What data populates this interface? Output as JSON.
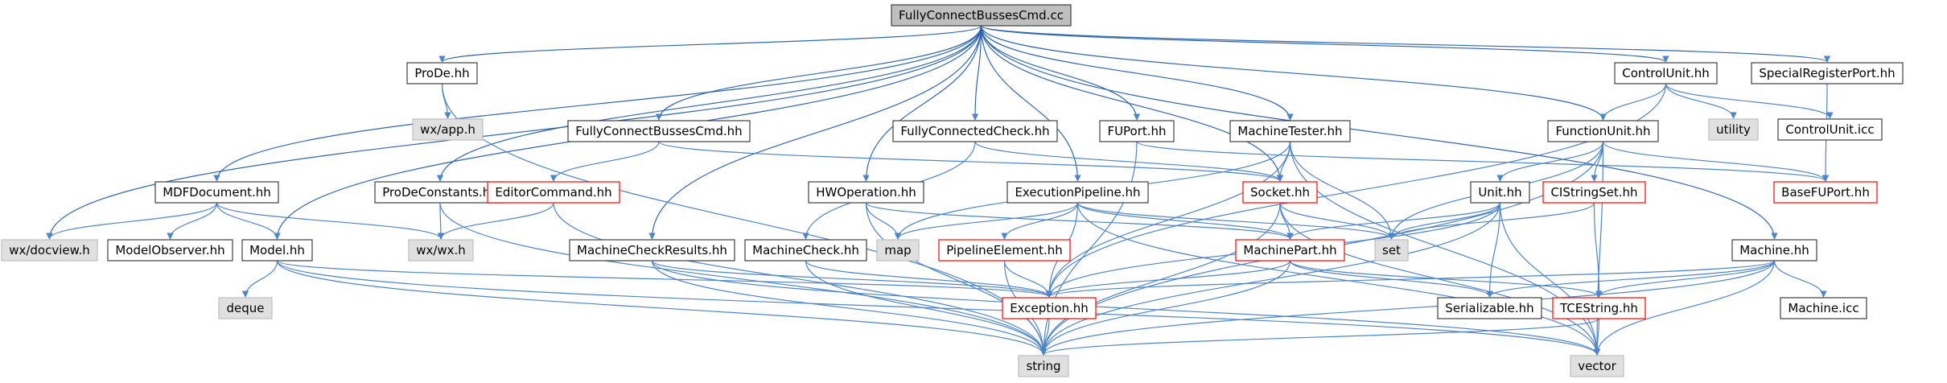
{
  "colors": {
    "edge": "#4d85c9",
    "edge_dark": "#2f66ad",
    "node_fill": "#ffffff",
    "node_border": "#404040",
    "root_fill": "#bfbfbf",
    "sys_fill": "#e0e0e0",
    "sys_border": "#bfbfbf",
    "red_border": "#ff0000"
  },
  "nodes": [
    {
      "id": "root",
      "label": "FullyConnectBussesCmd.cc",
      "kind": "root"
    },
    {
      "id": "prode_hh",
      "label": "ProDe.hh",
      "kind": "normal"
    },
    {
      "id": "wx_app",
      "label": "wx/app.h",
      "kind": "system"
    },
    {
      "id": "prodeconst",
      "label": "ProDeConstants.hh",
      "kind": "normal"
    },
    {
      "id": "wx_wx",
      "label": "wx/wx.h",
      "kind": "system"
    },
    {
      "id": "mdfdoc",
      "label": "MDFDocument.hh",
      "kind": "normal"
    },
    {
      "id": "wx_docview",
      "label": "wx/docview.h",
      "kind": "system"
    },
    {
      "id": "modelobs",
      "label": "ModelObserver.hh",
      "kind": "normal"
    },
    {
      "id": "model_hh",
      "label": "Model.hh",
      "kind": "normal"
    },
    {
      "id": "deque",
      "label": "deque",
      "kind": "system"
    },
    {
      "id": "fcbcmd_hh",
      "label": "FullyConnectBussesCmd.hh",
      "kind": "normal"
    },
    {
      "id": "editorcmd",
      "label": "EditorCommand.hh",
      "kind": "red"
    },
    {
      "id": "mcresults",
      "label": "MachineCheckResults.hh",
      "kind": "normal"
    },
    {
      "id": "fccheck",
      "label": "FullyConnectedCheck.hh",
      "kind": "normal"
    },
    {
      "id": "machinecheck",
      "label": "MachineCheck.hh",
      "kind": "normal"
    },
    {
      "id": "hwop",
      "label": "HWOperation.hh",
      "kind": "normal"
    },
    {
      "id": "map",
      "label": "map",
      "kind": "system"
    },
    {
      "id": "execpipe",
      "label": "ExecutionPipeline.hh",
      "kind": "normal"
    },
    {
      "id": "pipeelem",
      "label": "PipelineElement.hh",
      "kind": "red"
    },
    {
      "id": "exception",
      "label": "Exception.hh",
      "kind": "red"
    },
    {
      "id": "string",
      "label": "string",
      "kind": "system"
    },
    {
      "id": "fuport",
      "label": "FUPort.hh",
      "kind": "normal"
    },
    {
      "id": "mtester",
      "label": "MachineTester.hh",
      "kind": "normal"
    },
    {
      "id": "socket",
      "label": "Socket.hh",
      "kind": "red"
    },
    {
      "id": "machinepart",
      "label": "MachinePart.hh",
      "kind": "red"
    },
    {
      "id": "set",
      "label": "set",
      "kind": "system"
    },
    {
      "id": "serializable",
      "label": "Serializable.hh",
      "kind": "normal"
    },
    {
      "id": "vector",
      "label": "vector",
      "kind": "system"
    },
    {
      "id": "controlunit",
      "label": "ControlUnit.hh",
      "kind": "normal"
    },
    {
      "id": "utility",
      "label": "utility",
      "kind": "system"
    },
    {
      "id": "controlunit_icc",
      "label": "ControlUnit.icc",
      "kind": "normal"
    },
    {
      "id": "specialreg",
      "label": "SpecialRegisterPort.hh",
      "kind": "normal"
    },
    {
      "id": "functionunit",
      "label": "FunctionUnit.hh",
      "kind": "normal"
    },
    {
      "id": "unit_hh",
      "label": "Unit.hh",
      "kind": "normal"
    },
    {
      "id": "cistringset",
      "label": "CIStringSet.hh",
      "kind": "red"
    },
    {
      "id": "basefuport",
      "label": "BaseFUPort.hh",
      "kind": "red"
    },
    {
      "id": "tcestring",
      "label": "TCEString.hh",
      "kind": "red"
    },
    {
      "id": "machine_hh",
      "label": "Machine.hh",
      "kind": "normal"
    },
    {
      "id": "machine_icc",
      "label": "Machine.icc",
      "kind": "normal"
    }
  ],
  "edges": [
    [
      "root",
      "prode_hh"
    ],
    [
      "root",
      "prodeconst"
    ],
    [
      "root",
      "mdfdoc"
    ],
    [
      "root",
      "wx_docview"
    ],
    [
      "root",
      "model_hh"
    ],
    [
      "root",
      "fcbcmd_hh"
    ],
    [
      "root",
      "mcresults"
    ],
    [
      "root",
      "fccheck"
    ],
    [
      "root",
      "hwop"
    ],
    [
      "root",
      "execpipe"
    ],
    [
      "root",
      "fuport"
    ],
    [
      "root",
      "mtester"
    ],
    [
      "root",
      "socket"
    ],
    [
      "root",
      "controlunit"
    ],
    [
      "root",
      "specialreg"
    ],
    [
      "root",
      "functionunit"
    ],
    [
      "root",
      "machine_hh"
    ],
    [
      "prode_hh",
      "wx_app"
    ],
    [
      "prode_hh",
      "string"
    ],
    [
      "prodeconst",
      "wx_wx"
    ],
    [
      "prodeconst",
      "string"
    ],
    [
      "mdfdoc",
      "wx_docview"
    ],
    [
      "mdfdoc",
      "modelobs"
    ],
    [
      "mdfdoc",
      "model_hh"
    ],
    [
      "mdfdoc",
      "wx_wx"
    ],
    [
      "model_hh",
      "deque"
    ],
    [
      "model_hh",
      "string"
    ],
    [
      "model_hh",
      "exception"
    ],
    [
      "model_hh",
      "vector"
    ],
    [
      "fcbcmd_hh",
      "editorcmd"
    ],
    [
      "fcbcmd_hh",
      "socket"
    ],
    [
      "editorcmd",
      "wx_wx"
    ],
    [
      "editorcmd",
      "string"
    ],
    [
      "mcresults",
      "exception"
    ],
    [
      "mcresults",
      "string"
    ],
    [
      "mcresults",
      "vector"
    ],
    [
      "fccheck",
      "machinecheck"
    ],
    [
      "fccheck",
      "socket"
    ],
    [
      "machinecheck",
      "exception"
    ],
    [
      "machinecheck",
      "string"
    ],
    [
      "hwop",
      "map"
    ],
    [
      "hwop",
      "machinepart"
    ],
    [
      "hwop",
      "string"
    ],
    [
      "execpipe",
      "map"
    ],
    [
      "execpipe",
      "pipeelem"
    ],
    [
      "execpipe",
      "exception"
    ],
    [
      "execpipe",
      "machinepart"
    ],
    [
      "execpipe",
      "set"
    ],
    [
      "execpipe",
      "vector"
    ],
    [
      "pipeelem",
      "exception"
    ],
    [
      "pipeelem",
      "string"
    ],
    [
      "exception",
      "string"
    ],
    [
      "fuport",
      "basefuport"
    ],
    [
      "fuport",
      "string"
    ],
    [
      "mtester",
      "socket"
    ],
    [
      "mtester",
      "map"
    ],
    [
      "mtester",
      "exception"
    ],
    [
      "mtester",
      "set"
    ],
    [
      "mtester",
      "vector"
    ],
    [
      "socket",
      "machinepart"
    ],
    [
      "socket",
      "set"
    ],
    [
      "socket",
      "vector"
    ],
    [
      "socket",
      "string"
    ],
    [
      "machinepart",
      "exception"
    ],
    [
      "machinepart",
      "serializable"
    ],
    [
      "machinepart",
      "string"
    ],
    [
      "machinepart",
      "tcestring"
    ],
    [
      "controlunit",
      "functionunit"
    ],
    [
      "controlunit",
      "utility"
    ],
    [
      "controlunit",
      "controlunit_icc"
    ],
    [
      "controlunit",
      "exception"
    ],
    [
      "specialreg",
      "basefuport"
    ],
    [
      "functionunit",
      "unit_hh"
    ],
    [
      "functionunit",
      "cistringset"
    ],
    [
      "functionunit",
      "basefuport"
    ],
    [
      "functionunit",
      "set"
    ],
    [
      "functionunit",
      "vector"
    ],
    [
      "functionunit",
      "string"
    ],
    [
      "unit_hh",
      "machinepart"
    ],
    [
      "unit_hh",
      "set"
    ],
    [
      "unit_hh",
      "exception"
    ],
    [
      "unit_hh",
      "string"
    ],
    [
      "unit_hh",
      "serializable"
    ],
    [
      "unit_hh",
      "vector"
    ],
    [
      "cistringset",
      "set"
    ],
    [
      "cistringset",
      "tcestring"
    ],
    [
      "tcestring",
      "string"
    ],
    [
      "tcestring",
      "vector"
    ],
    [
      "machine_hh",
      "exception"
    ],
    [
      "machine_hh",
      "serializable"
    ],
    [
      "machine_hh",
      "tcestring"
    ],
    [
      "machine_hh",
      "string"
    ],
    [
      "machine_hh",
      "vector"
    ],
    [
      "machine_hh",
      "machine_icc"
    ]
  ]
}
